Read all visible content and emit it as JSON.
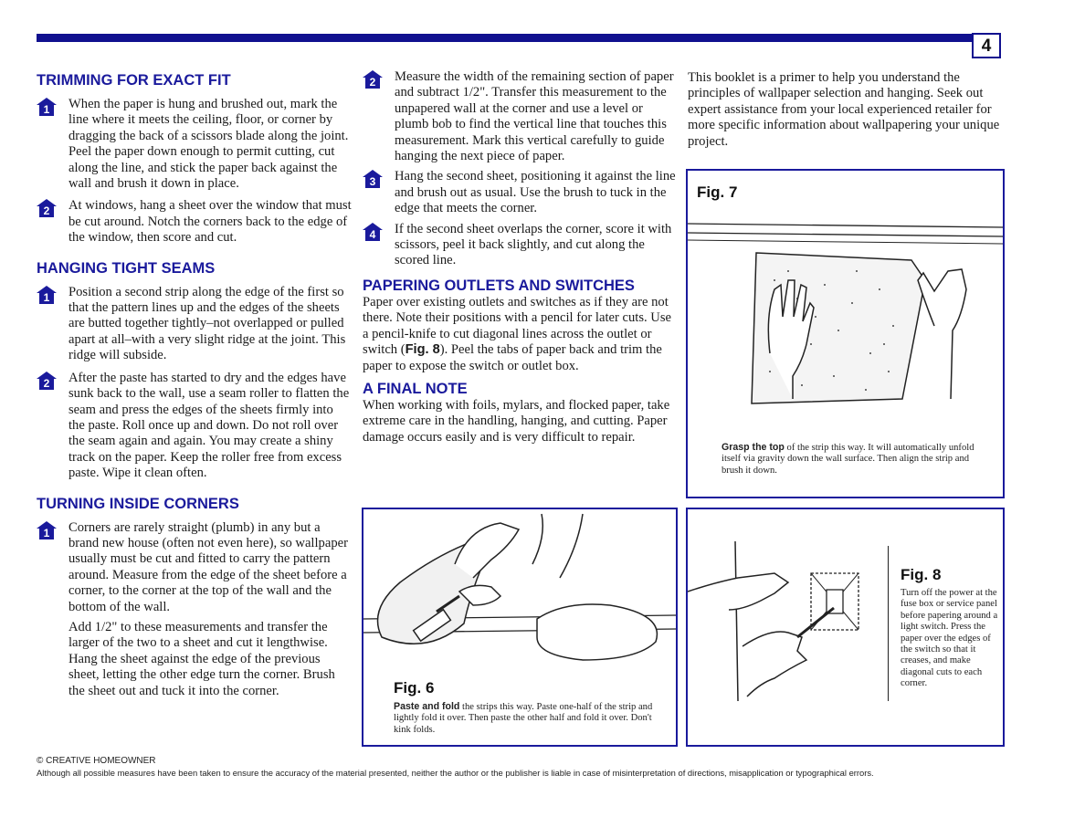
{
  "page_number": "4",
  "left": {
    "trimming": {
      "heading": "TRIMMING FOR EXACT FIT",
      "steps": [
        {
          "num": "1",
          "text": "When the paper is hung and brushed out, mark the line where it meets the ceiling, floor, or corner by dragging the back of a scissors blade along the joint. Peel the paper down enough to permit cutting, cut along the line, and stick the paper back against the wall and brush it down in place."
        },
        {
          "num": "2",
          "text": "At windows, hang a sheet over the window that must be cut around. Notch the corners back to the edge of the window, then score and cut."
        }
      ]
    },
    "seams": {
      "heading": "HANGING TIGHT SEAMS",
      "steps": [
        {
          "num": "1",
          "text": "Position a second strip along the edge of the first so that the pattern lines up and the edges of the sheets are butted together tightly–not overlapped or pulled apart at all–with a very slight ridge at the joint. This ridge will subside."
        },
        {
          "num": "2",
          "text": "After the paste has started to dry and the edges have sunk back to the wall, use a seam roller to flatten the seam and press the edges of the sheets firmly into the paste. Roll once up and down. Do not roll over the seam again and again. You may  create a shiny track on the paper. Keep the roller free from excess paste. Wipe it clean often."
        }
      ]
    },
    "corners": {
      "heading": "TURNING INSIDE CORNERS",
      "steps": [
        {
          "num": "1",
          "text": "Corners are rarely straight (plumb) in any   but a brand new house (often not even here), so wallpaper usually must be cut and fitted  to carry the pattern around. Measure from the edge of the sheet before a corner, to the corner at the top of the wall and the bottom of the wall."
        }
      ],
      "continuation": "Add 1/2\" to these measurements and transfer the larger of the two to a sheet and cut it lengthwise. Hang the sheet against the edge of the previous sheet, letting the other edge turn the corner. Brush the sheet out and tuck it into the corner."
    }
  },
  "middle": {
    "steps": [
      {
        "num": "2",
        "text": "Measure the width of the remaining section of paper and subtract 1/2\". Transfer this measurement to the unpapered wall at the corner and use a level or plumb bob to find the vertical line that touches this measurement. Mark this vertical carefully to guide hanging the next piece of paper."
      },
      {
        "num": "3",
        "text": "Hang the second sheet, positioning it against the line and brush out as usual. Use the brush to tuck in the edge that meets the corner."
      },
      {
        "num": "4",
        "text": "If the second sheet overlaps the corner, score it with scissors, peel it back slightly, and cut along the scored line."
      }
    ],
    "outlets": {
      "heading": "PAPERING OUTLETS AND SWITCHES",
      "text_before": "Paper over existing outlets and switches as if they are not there. Note their positions with a pencil for later cuts. Use a pencil-knife to cut diagonal lines across the outlet or switch (",
      "fig_ref": "Fig. 8",
      "text_after": "). Peel the tabs of paper back and trim the paper to expose the switch or outlet box."
    },
    "final": {
      "heading": "A FINAL NOTE",
      "text": "When working with foils, mylars, and flocked paper, take extreme care in the handling, hanging, and cutting. Paper damage occurs easily and is very difficult to repair."
    }
  },
  "right": {
    "intro": "This booklet is a primer to help you understand the principles of wallpaper selection and hanging. Seek out expert assistance from your local experienced retailer for more specific information about wallpapering your unique project."
  },
  "fig6": {
    "title": "Fig. 6",
    "caption_bold": "Paste and fold",
    "caption": " the strips this way. Paste one-half of the strip and lightly fold it over. Then paste the other half and fold it over. Don't kink folds."
  },
  "fig7": {
    "title": "Fig. 7",
    "caption_bold": "Grasp the top",
    "caption": " of the strip this way. It will automatically unfold itself via gravity down the wall surface. Then align the strip and brush it down."
  },
  "fig8": {
    "title": "Fig. 8",
    "caption": "Turn off the power at the fuse box or service panel before papering around a light switch. Press the paper over the edges of the switch so that it creases, and make diagonal cuts to each corner."
  },
  "footer": {
    "copyright": "© CREATIVE HOMEOWNER",
    "disclaimer": "Although all possible measures have been taken to ensure the accuracy of the material presented, neither the author or the publisher is liable in case of misinterpretation of directions, misapplication or typographical errors."
  },
  "colors": {
    "accent": "#1a1a9c",
    "bar": "#10108f"
  },
  "icons": {
    "step_number": "house-number-icon"
  }
}
